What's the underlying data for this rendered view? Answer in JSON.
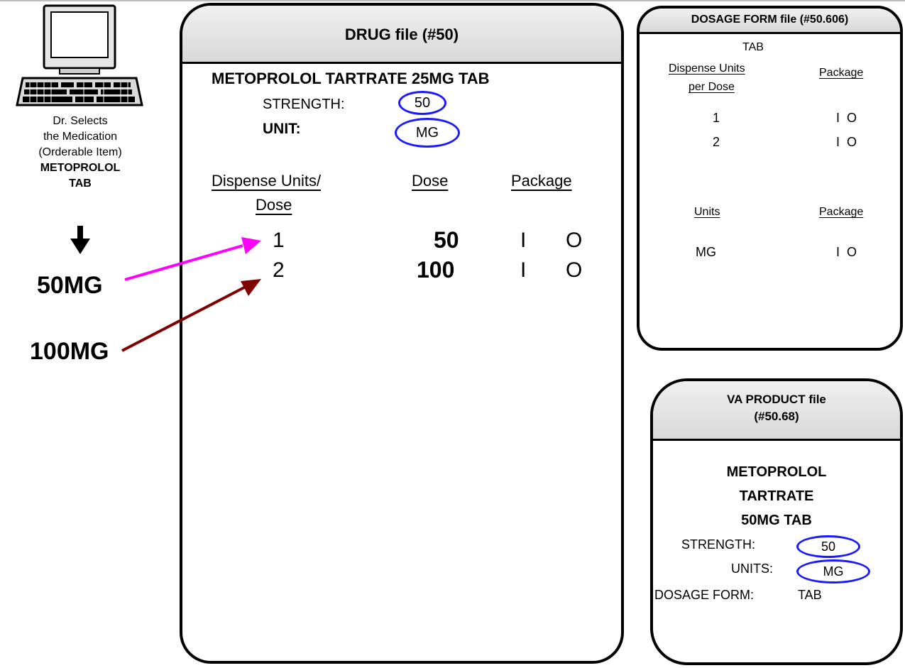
{
  "left": {
    "desc_lines": [
      "Dr. Selects",
      "the Medication",
      "(Orderable Item)"
    ],
    "item_lines": [
      "METOPROLOL",
      "TAB"
    ],
    "dose_50": "50MG",
    "dose_100": "100MG"
  },
  "drug": {
    "title": "DRUG file (#50)",
    "name": "METOPROLOL TARTRATE 25MG TAB",
    "strength_label": "STRENGTH:",
    "strength_value": "50",
    "unit_label": "UNIT:",
    "unit_value": "MG",
    "headers": {
      "dispense_1": "Dispense Units/",
      "dispense_2": "Dose",
      "dose": "Dose",
      "package": "Package"
    },
    "rows": [
      {
        "units": "1",
        "dose": "50",
        "pkg_i": "I",
        "pkg_o": "O"
      },
      {
        "units": "2",
        "dose": "100",
        "pkg_i": "I",
        "pkg_o": "O"
      }
    ]
  },
  "dosage_form": {
    "title": "DOSAGE FORM file (#50.606)",
    "form": "TAB",
    "headers": {
      "dispense_1": "Dispense Units",
      "dispense_2": "per Dose",
      "package": "Package"
    },
    "rows": [
      {
        "units": "1",
        "package": "I  O"
      },
      {
        "units": "2",
        "package": "I  O"
      }
    ],
    "units_header": "Units",
    "units_package_header": "Package",
    "units_row": {
      "unit": "MG",
      "package": "I  O"
    }
  },
  "va_product": {
    "title_1": "VA PRODUCT file",
    "title_2": "(#50.68)",
    "name_lines": [
      "METOPROLOL",
      "TARTRATE",
      "50MG TAB"
    ],
    "strength_label": "STRENGTH:",
    "strength_value": "50",
    "units_label": "UNITS:",
    "units_value": "MG",
    "dosage_form_label": "DOSAGE FORM:",
    "dosage_form_value": "TAB"
  },
  "colors": {
    "arrow_50mg": "#ff00ff",
    "arrow_100mg": "#800000",
    "circle": "#1a1aff"
  }
}
